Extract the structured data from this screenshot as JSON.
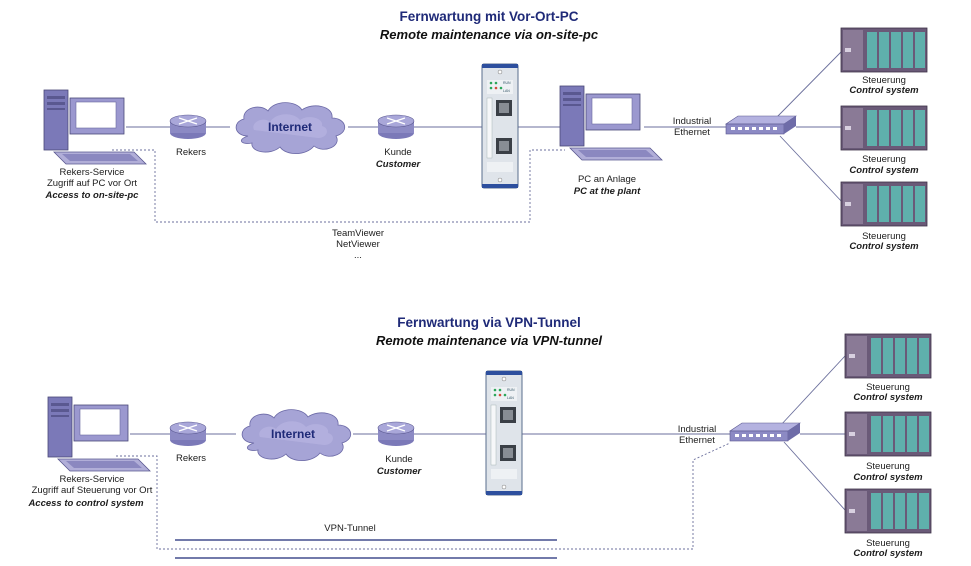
{
  "top": {
    "title": "Fernwartung mit Vor-Ort-PC",
    "subtitle": "Remote maintenance via on-site-pc",
    "service": [
      "Rekers-Service",
      "Zugriff auf PC vor Ort",
      "Access to on-site-pc"
    ],
    "rekers": "Rekers",
    "internet": "Internet",
    "kunde": [
      "Kunde",
      "Customer"
    ],
    "pc": [
      "PC an Anlage",
      "PC at the plant"
    ],
    "industrial": [
      "Industrial",
      "Ethernet"
    ],
    "tunnel": [
      "TeamViewer",
      "NetViewer",
      "..."
    ],
    "steuerung": [
      {
        "de": "Steuerung",
        "en": "Control system"
      },
      {
        "de": "Steuerung",
        "en": "Control system"
      },
      {
        "de": "Steuerung",
        "en": "Control system"
      }
    ]
  },
  "bottom": {
    "title": "Fernwartung via VPN-Tunnel",
    "subtitle": "Remote maintenance via VPN-tunnel",
    "service": [
      "Rekers-Service",
      "Zugriff auf Steuerung vor Ort",
      "Access to control system"
    ],
    "rekers": "Rekers",
    "internet": "Internet",
    "kunde": [
      "Kunde",
      "Customer"
    ],
    "industrial": [
      "Industrial",
      "Ethernet"
    ],
    "tunnel": "VPN-Tunnel",
    "steuerung": [
      {
        "de": "Steuerung",
        "en": "Control system"
      },
      {
        "de": "Steuerung",
        "en": "Control system"
      },
      {
        "de": "Steuerung",
        "en": "Control system"
      }
    ]
  },
  "colors": {
    "title": "#1f2a78",
    "line": "#6b6f9c",
    "device": "#8c8cc8",
    "plc": "#6a5a78",
    "module": "#5fb0ac"
  }
}
